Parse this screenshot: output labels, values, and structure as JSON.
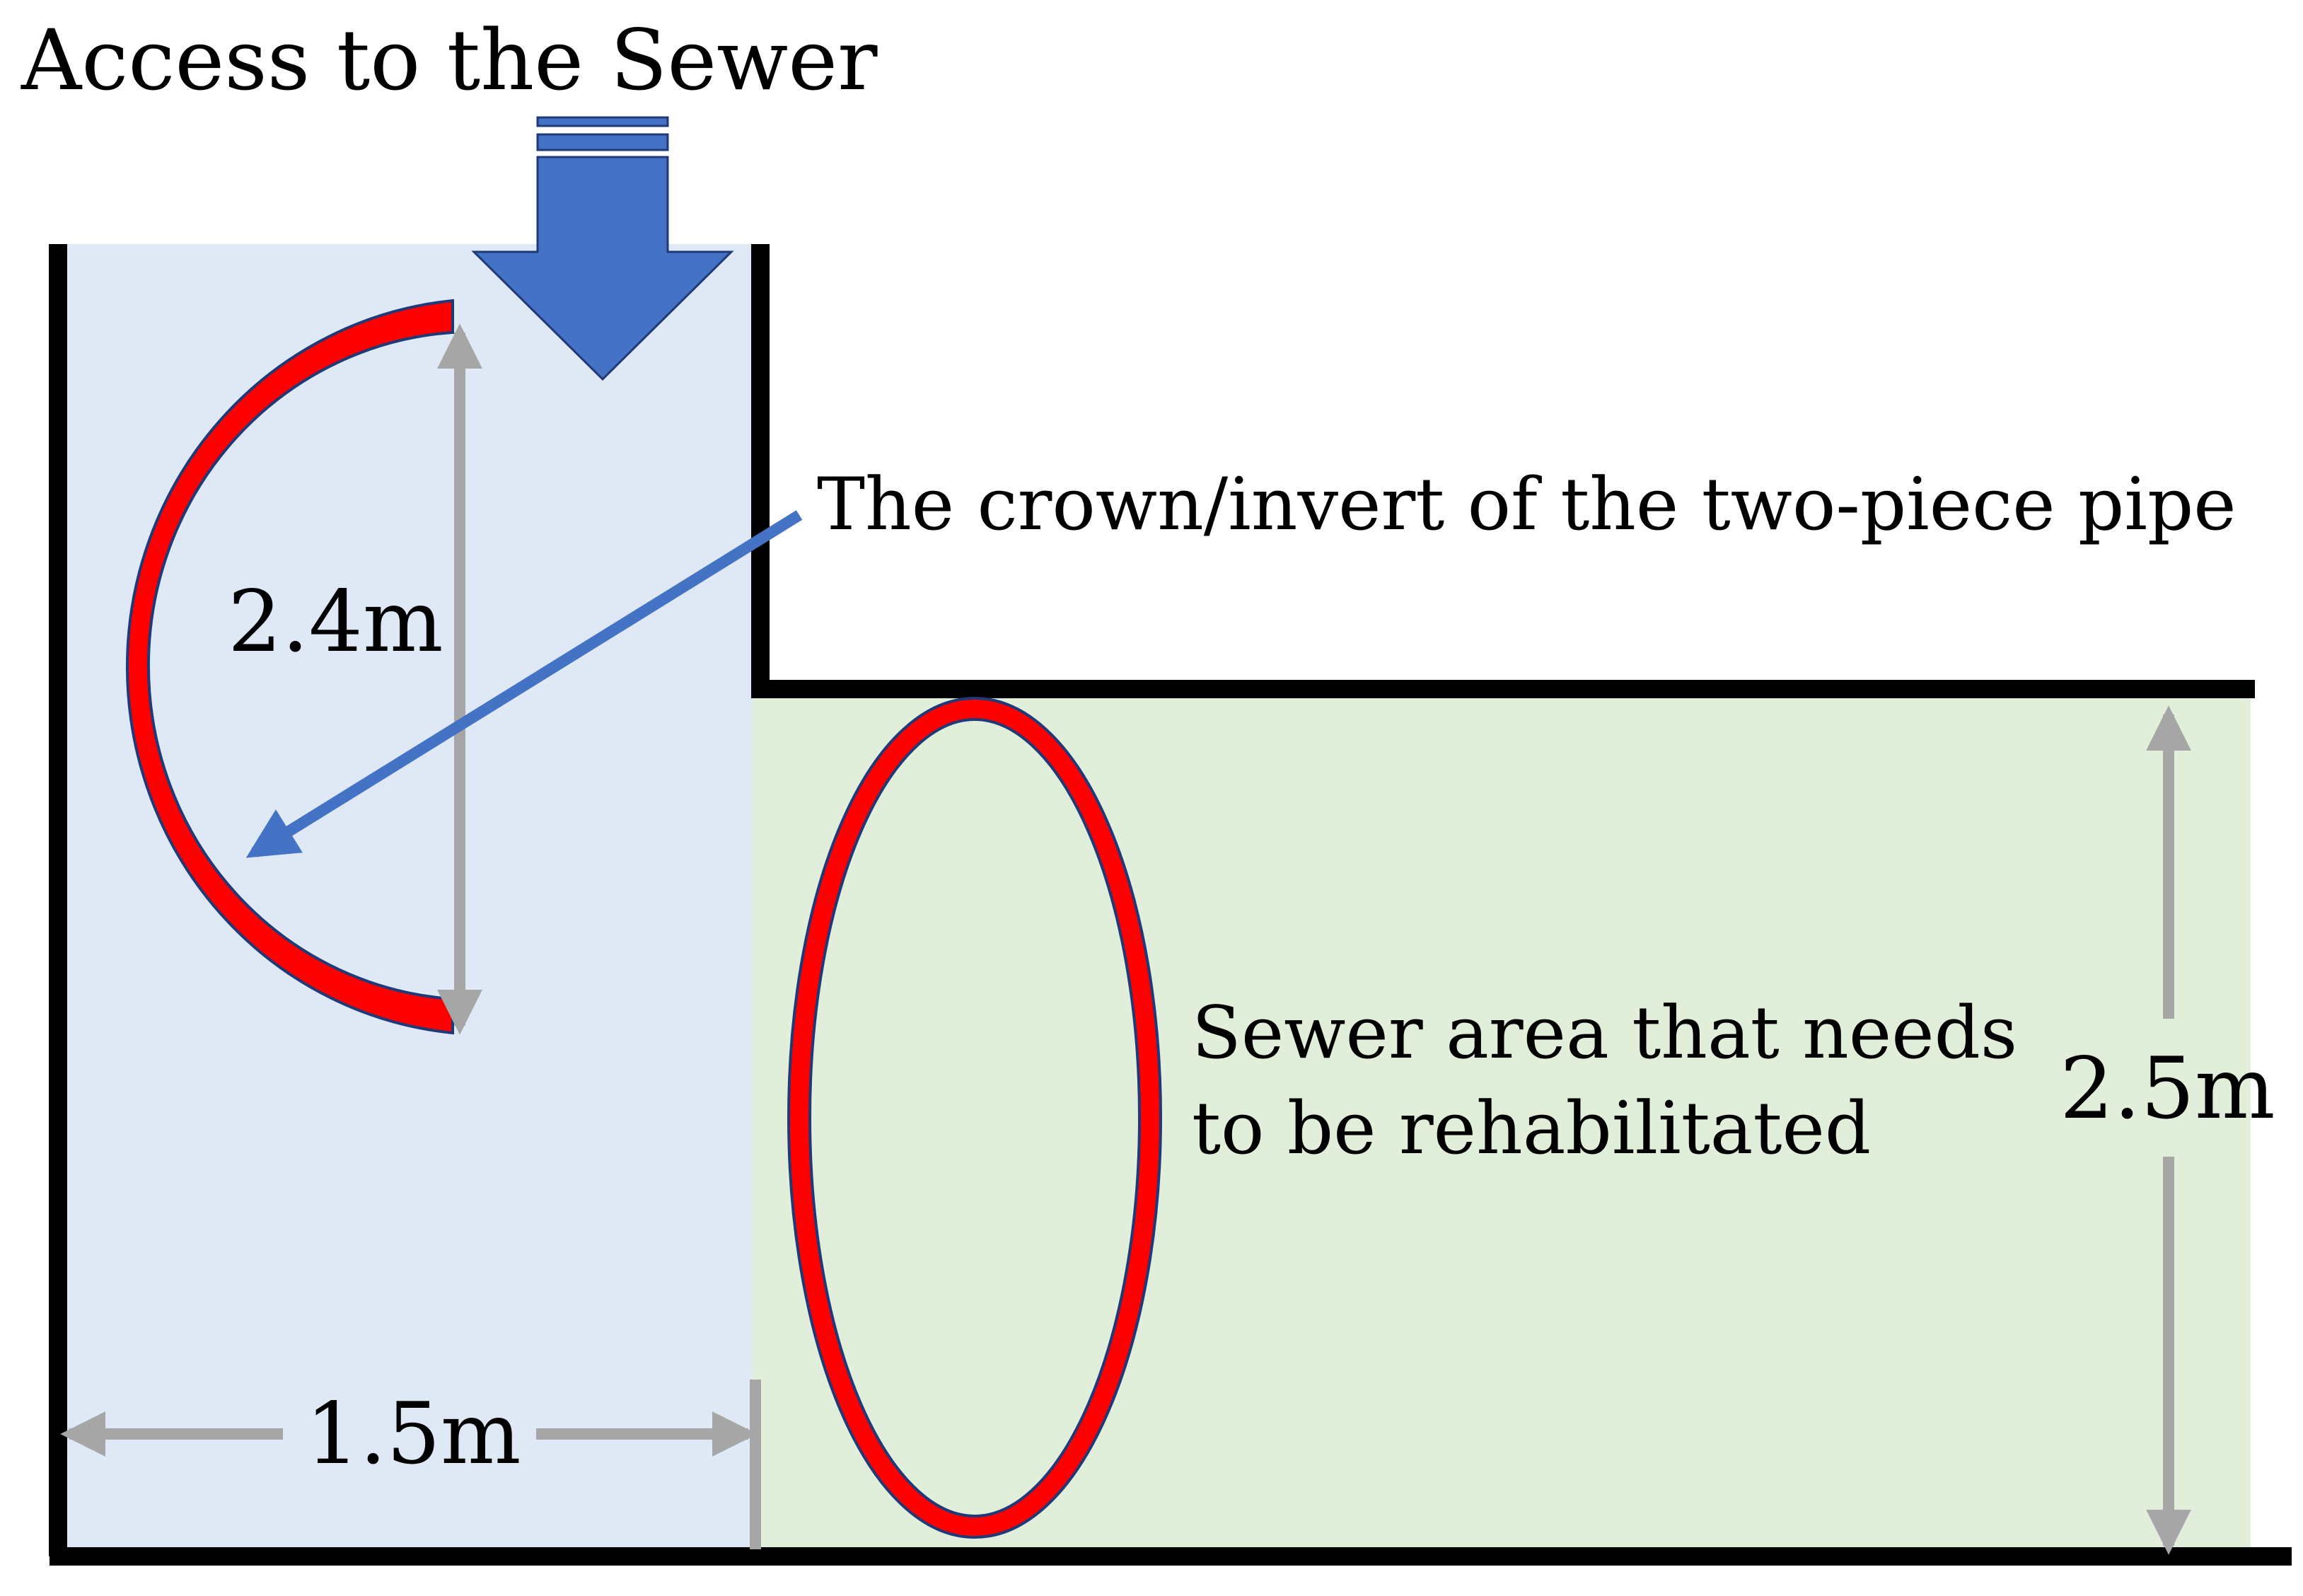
{
  "title": "Access to the Sewer",
  "labels": {
    "crown_invert": "The crown/invert of the two-piece pipe",
    "sewer_area_line1": "Sewer area that needs",
    "sewer_area_line2": "to be rehabilitated"
  },
  "dimensions": {
    "pipe_piece_height": "2.4m",
    "shaft_width": "1.5m",
    "sewer_height": "2.5m"
  },
  "colors": {
    "shaft_fill": "#dee9f5",
    "sewer_fill": "#e1eed9",
    "wall": "#000000",
    "pipe_red": "#ff0000",
    "pipe_outline": "#1f3a78",
    "access_arrow": "#4472c4",
    "pointer_arrow": "#4472c4",
    "dimension_grey": "#a6a6a6"
  }
}
